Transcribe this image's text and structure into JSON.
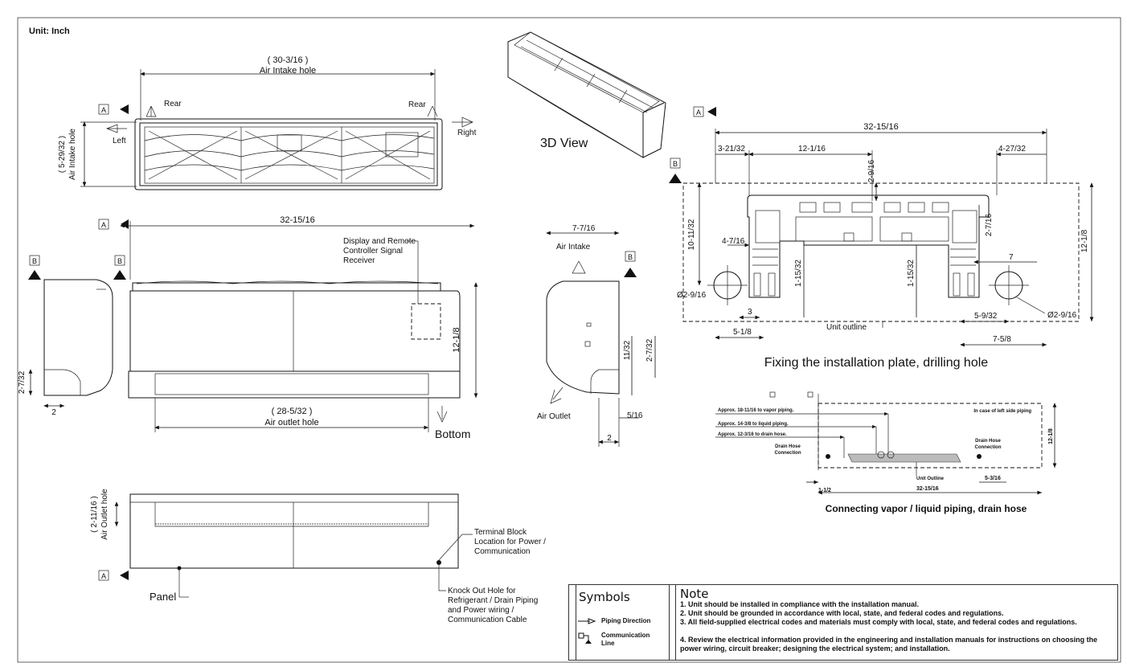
{
  "unit_label": "Unit: Inch",
  "top_view": {
    "width_dim": "( 30-3/16 )",
    "width_label": "Air Intake hole",
    "height_dim": "( 5-29/32 )",
    "height_label": "Air Intake hole",
    "rear_left": "Rear",
    "rear_right": "Rear",
    "left": "Left",
    "right": "Right",
    "marker_a": "A"
  },
  "view_3d": {
    "label": "3D View"
  },
  "front_view": {
    "width_dim": "32-15/16",
    "height_dim": "12-1/8",
    "outlet_dim": "( 28-5/32 )",
    "outlet_label": "Air outlet hole",
    "bottom": "Bottom",
    "display_callout": [
      "Display and Remote",
      "Controller Signal",
      "Receiver"
    ],
    "marker_a": "A",
    "marker_b": "B"
  },
  "left_side_view": {
    "dim_h": "2-7/32",
    "dim_w": "2",
    "marker_b": "B"
  },
  "right_side_view": {
    "dim_top": "7-7/16",
    "air_intake": "Air Intake",
    "air_outlet": "Air Outlet",
    "dim_a": "11/32",
    "dim_b": "2-7/32",
    "dim_c": "5/16",
    "dim_d": "2",
    "marker_b": "B"
  },
  "bottom_view": {
    "height_dim": "( 2-11/16 )",
    "height_label": "Air Outlet hole",
    "panel": "Panel",
    "terminal_callout": [
      "Terminal Block",
      "Location for Power /",
      "Communication"
    ],
    "knockout_callout": [
      "Knock Out Hole for",
      "Refrigerant / Drain Piping",
      "and Power wiring /",
      "Communication Cable"
    ],
    "marker_a": "A"
  },
  "plate": {
    "caption": "Fixing the installation plate, drilling hole",
    "overall": "32-15/16",
    "d_left1": "3-21/32",
    "d_mid": "12-1/16",
    "d_right1": "4-27/32",
    "d_top": "2-9/16",
    "d_h1": "10-11/32",
    "d_h2": "2-7/16",
    "d_total_h": "12-1/8",
    "d_4716": "4-7/16",
    "d_1532a": "1-15/32",
    "d_1532b": "1-15/32",
    "d_7": "7",
    "hole_left": "Ø2-9/16",
    "hole_right": "Ø2-9/16",
    "d_3": "3",
    "d_518": "5-1/8",
    "d_5932": "5-9/32",
    "d_758": "7-5/8",
    "unit_outline": "Unit outline",
    "marker_a": "A",
    "marker_b": "B"
  },
  "piping": {
    "caption": "Connecting vapor / liquid piping, drain hose",
    "vapor": "Approx. 18-11/16 to vapor piping.",
    "liquid": "Approx. 14-3/8 to liquid piping.",
    "drain": "Approx. 12-3/16 to drain hose.",
    "left_side": "In case of left side piping",
    "drain_left": [
      "Drain Hose",
      "Connection"
    ],
    "drain_right": [
      "Drain Hose",
      "Connection"
    ],
    "unit_outline": "Unit Outline",
    "d_height": "12-1/8",
    "d_112": "1-1/2",
    "d_width": "32-15/16",
    "d_5316": "5-3/16"
  },
  "symbols": {
    "title": "Symbols",
    "piping": "Piping Direction",
    "comm": [
      "Communication",
      "Line"
    ]
  },
  "notes": {
    "title": "Note",
    "lines": [
      "1. Unit should be installed in compliance with the installation manual.",
      "2. Unit should be grounded in accordance with local, state, and federal codes and regulations.",
      "3. All field-supplied electrical codes and materials must comply with local, state, and federal codes and regulations.",
      "4. Review the electrical information provided in the engineering and installation manuals for instructions on choosing the power wiring, circuit breaker; designing the electrical system; and installation."
    ]
  }
}
